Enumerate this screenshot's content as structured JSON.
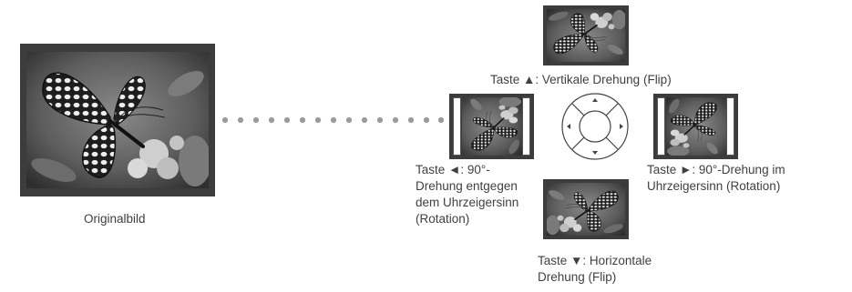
{
  "captions": {
    "original": "Originalbild",
    "up": "Taste ▲: Vertikale Drehung (Flip)",
    "left_line1": "Taste ◄: 90°-",
    "left_line2": "Drehung entgegen",
    "left_line3": "dem Uhrzeigersinn",
    "left_line4": "(Rotation)",
    "right_line1": "Taste ►: 90°-Drehung im",
    "right_line2": "Uhrzeigersinn (Rotation)",
    "down_line1": "Taste ▼: Horizontale",
    "down_line2": "Drehung (Flip)"
  },
  "icons": {
    "butterfly": "butterfly-photo",
    "dpad": "directional-pad-icon"
  },
  "colors": {
    "frame": "#3c3c3c",
    "dots": "#9a9a9a",
    "text": "#404040"
  }
}
